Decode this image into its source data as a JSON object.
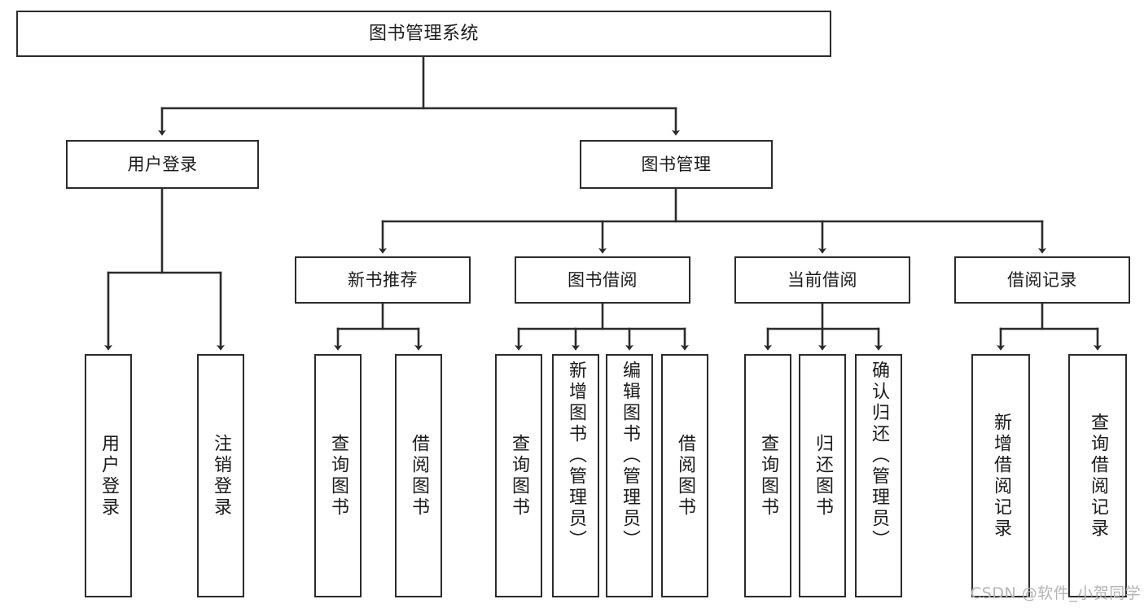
{
  "diagram": {
    "title": "图书管理系统",
    "type": "hierarchy-tree",
    "watermark": "CSDN @软件_小贺同学",
    "colors": {
      "box_border": "#2b2b2b",
      "box_fill": "#ffffff",
      "edge": "#2b2b2b",
      "text": "#1b1b1b",
      "watermark": "#b4b4b4",
      "background": "#ffffff"
    },
    "levels": {
      "root": {
        "label": "图书管理系统"
      },
      "level1": [
        {
          "id": "user-login",
          "label": "用户登录"
        },
        {
          "id": "book-management",
          "label": "图书管理"
        }
      ],
      "level2": [
        {
          "id": "new-book-recommend",
          "label": "新书推荐",
          "parent": "book-management"
        },
        {
          "id": "book-borrow",
          "label": "图书借阅",
          "parent": "book-management"
        },
        {
          "id": "current-borrow",
          "label": "当前借阅",
          "parent": "book-management"
        },
        {
          "id": "borrow-record",
          "label": "借阅记录",
          "parent": "book-management"
        }
      ],
      "leaves": {
        "user-login": [
          {
            "id": "leaf-user-login",
            "label": "用户登录"
          },
          {
            "id": "leaf-logout-login",
            "label": "注销登录"
          }
        ],
        "new-book-recommend": [
          {
            "id": "leaf-query-book-1",
            "label": "查询图书"
          },
          {
            "id": "leaf-borrow-book-1",
            "label": "借阅图书"
          }
        ],
        "book-borrow": [
          {
            "id": "leaf-query-book-2",
            "label": "查询图书"
          },
          {
            "id": "leaf-add-book",
            "label": "新增图书（管理员）"
          },
          {
            "id": "leaf-edit-book",
            "label": "编辑图书（管理员）"
          },
          {
            "id": "leaf-borrow-book-2",
            "label": "借阅图书"
          }
        ],
        "current-borrow": [
          {
            "id": "leaf-query-book-3",
            "label": "查询图书"
          },
          {
            "id": "leaf-return-book",
            "label": "归还图书"
          },
          {
            "id": "leaf-confirm-return",
            "label": "确认归还（管理员）"
          }
        ],
        "borrow-record": [
          {
            "id": "leaf-add-record",
            "label": "新增借阅记录"
          },
          {
            "id": "leaf-query-record",
            "label": "查询借阅记录"
          }
        ]
      }
    }
  }
}
